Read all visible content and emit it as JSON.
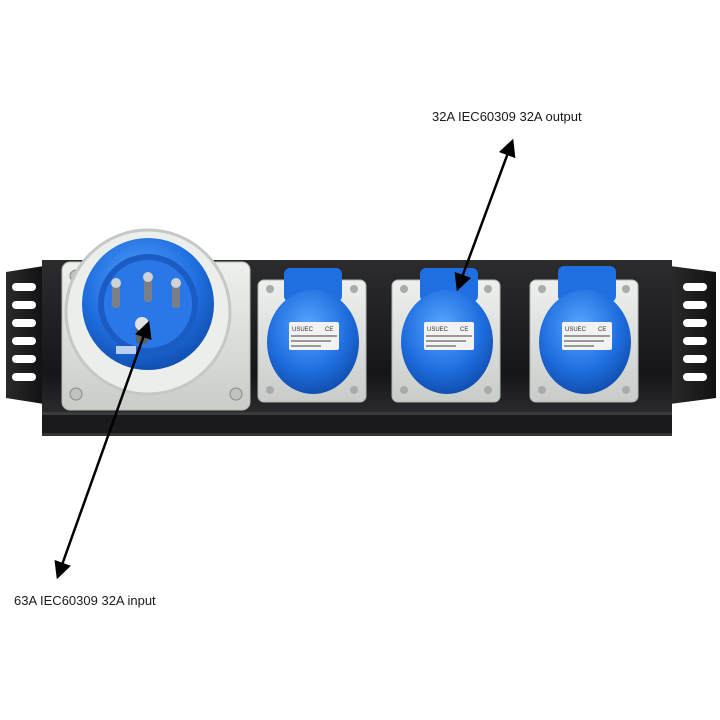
{
  "annotations": {
    "output_label": "32A IEC60309 32A output",
    "input_label": "63A IEC60309 32A input"
  },
  "product": {
    "brand": "USUEC",
    "cert_mark": "CE"
  },
  "colors": {
    "socket_blue": "#1f6fe0",
    "housing_gray": "#d8dcd8",
    "panel_black": "#1c1c1e",
    "arrow": "#000000"
  }
}
